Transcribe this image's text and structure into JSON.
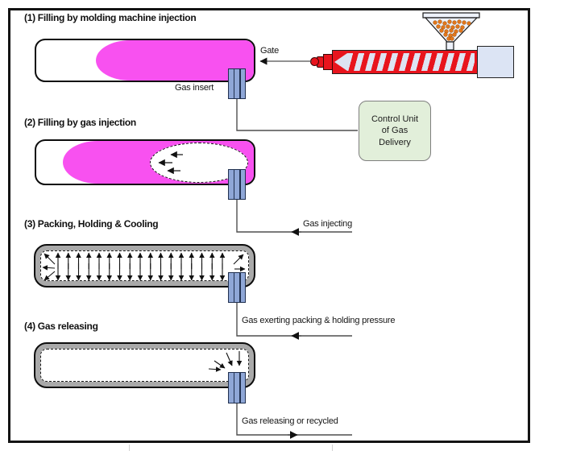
{
  "steps": [
    {
      "title": "(1) Filling by molding machine injection"
    },
    {
      "title": "(2) Filling by gas injection"
    },
    {
      "title": "(3) Packing, Holding & Cooling"
    },
    {
      "title": "(4) Gas releasing"
    }
  ],
  "labels": {
    "gate": "Gate",
    "gas_insert": "Gas insert",
    "gas_injecting": "Gas injecting",
    "gas_packing": "Gas exerting packing & holding pressure",
    "gas_releasing": "Gas releasing or recycled"
  },
  "control_unit": {
    "line1": "Control Unit",
    "line2": "of Gas",
    "line3": "Delivery"
  },
  "colors": {
    "polymer_melt": "#f851f0",
    "gas_pin": "#8fa7d7",
    "mold_skin": "#a9a9a9",
    "control_unit_bg": "#e2efda",
    "machine_red": "#e8141d",
    "machine_metal": "#dde4f3",
    "pellets": "#e2761b"
  }
}
